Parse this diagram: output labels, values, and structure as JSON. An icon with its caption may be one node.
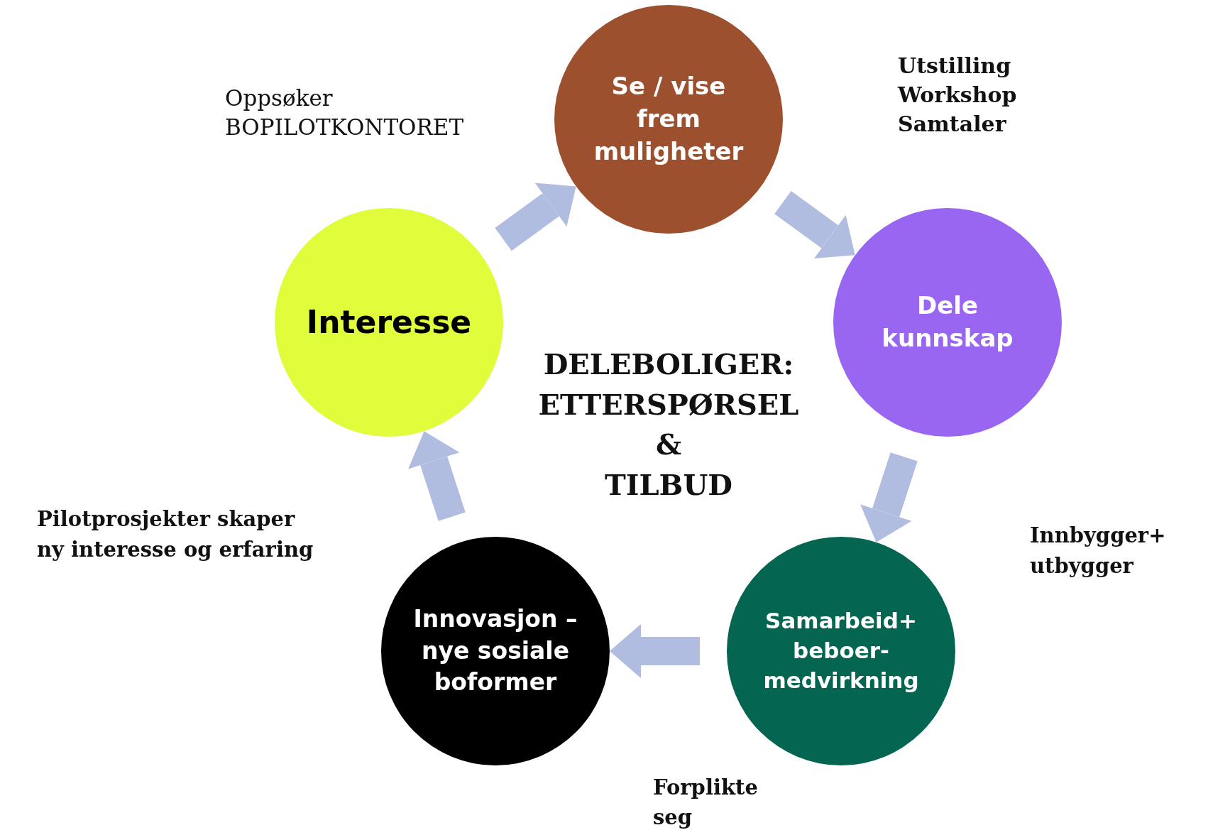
{
  "diagram": {
    "nodes": [
      {
        "text": [
          "Se / vise frem muligheter"
        ]
      },
      {
        "text": [
          "Dele kunnskap"
        ]
      },
      {
        "text": [
          "Samarbeid+ beboer- medvirkning"
        ]
      },
      {
        "text": [
          "Innovasjon – nye sosiale boformer"
        ]
      },
      {
        "text": [
          "Interesse"
        ]
      }
    ],
    "edges": [
      {
        "from": 4,
        "to": 0,
        "arrow": "to"
      },
      {
        "from": 0,
        "to": 1,
        "arrow": "to"
      },
      {
        "from": 1,
        "to": 2,
        "arrow": "to"
      },
      {
        "from": 2,
        "to": 3,
        "arrow": "to"
      },
      {
        "from": 3,
        "to": 4,
        "arrow": "to"
      }
    ],
    "labels": [
      "Oppsøker BOPILOTKONTORET",
      "Utstilling Workshop Samtaler",
      "DELEBOLIGER:",
      "ETTERSPØRSEL",
      "&",
      "TILBUD",
      "Pilotprosjekter skaper ny interesse og erfaring",
      "Innbygger+ utbygger",
      "Forplikte seg"
    ]
  }
}
